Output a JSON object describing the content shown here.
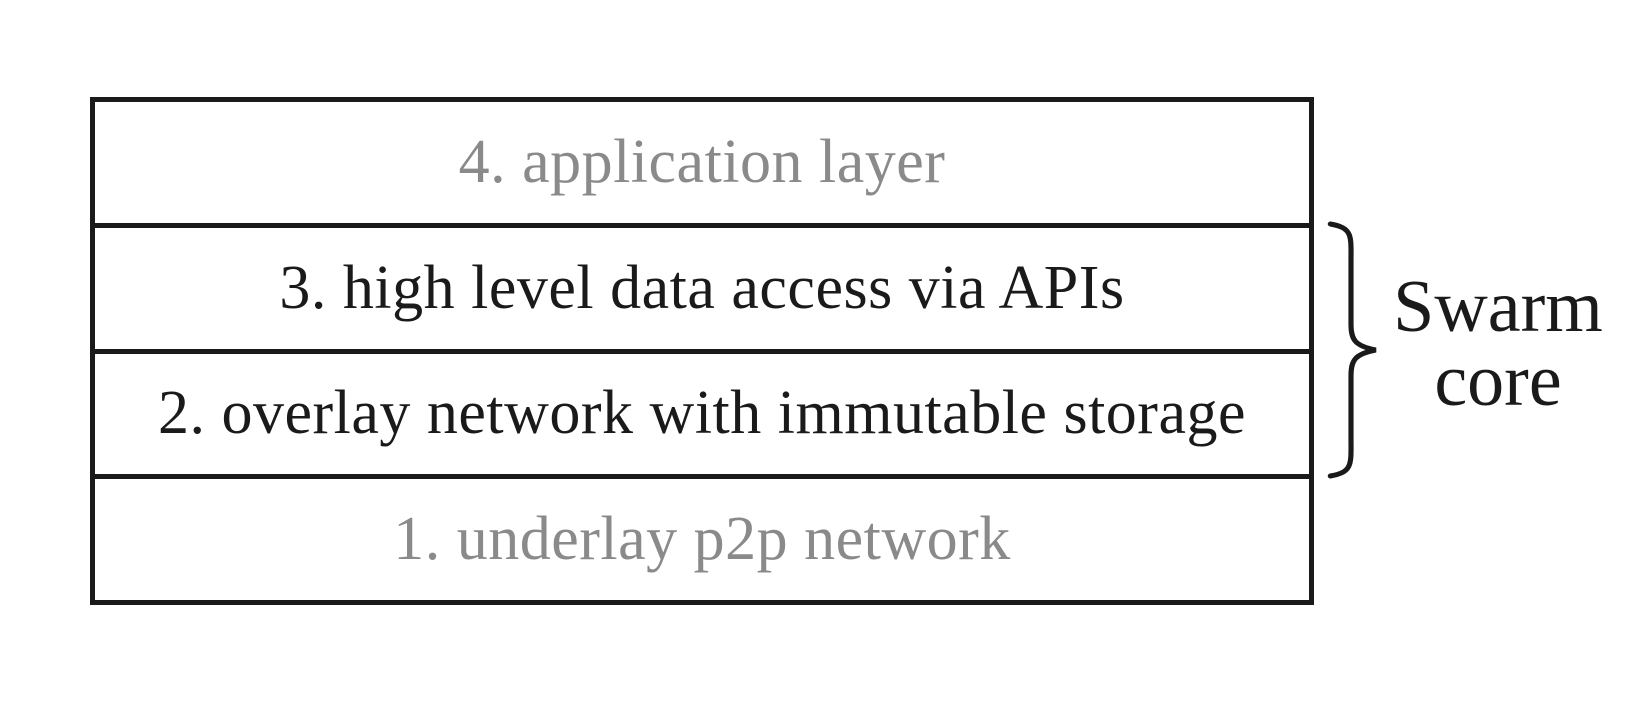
{
  "diagram": {
    "title": "layered architecture stack",
    "layers": [
      {
        "label": "4. application layer",
        "emphasis": "muted"
      },
      {
        "label": "3. high level data access via APIs",
        "emphasis": "normal"
      },
      {
        "label": "2. overlay network with immutable storage",
        "emphasis": "normal"
      },
      {
        "label": "1. underlay p2p network",
        "emphasis": "muted"
      }
    ],
    "brace": {
      "label_lines": [
        "Swarm",
        "core"
      ],
      "spans_layers": [
        "3. high level data access via APIs",
        "2. overlay network with immutable storage"
      ]
    }
  },
  "colors": {
    "text": "#1a1a1a",
    "muted_text": "#8a8a8a",
    "border": "#1a1a1a",
    "background": "#ffffff"
  }
}
